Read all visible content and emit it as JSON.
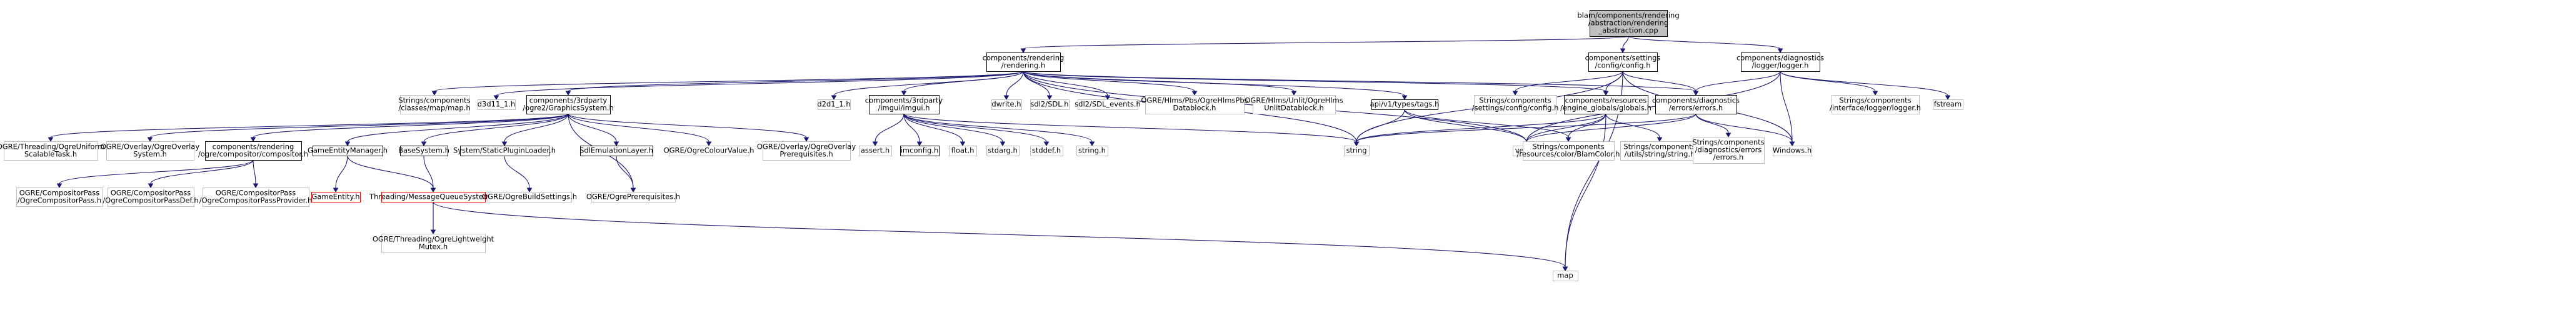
{
  "colors": {
    "edge": "#191970",
    "root_fill": "#bfbfbf",
    "root_border": "#000000",
    "linked_border": "#000000",
    "external_border": "#bfbfbf",
    "missing_border": "#ff0000",
    "node_fill": "#ffffff",
    "text": "#000000"
  },
  "nodes": [
    {
      "id": "root",
      "kind": "root",
      "lines": [
        "blam/components/rendering",
        "/abstraction/rendering",
        "_abstraction.cpp"
      ]
    },
    {
      "id": "rendering_h",
      "kind": "linked",
      "lines": [
        "components/rendering",
        "/rendering.h"
      ]
    },
    {
      "id": "config_h",
      "kind": "linked",
      "lines": [
        "components/settings",
        "/config/config.h"
      ]
    },
    {
      "id": "logger_h",
      "kind": "linked",
      "lines": [
        "components/diagnostics",
        "/logger/logger.h"
      ]
    },
    {
      "id": "map_h",
      "kind": "external",
      "lines": [
        "Strings/components",
        "/classes/map/map.h"
      ]
    },
    {
      "id": "d3d11",
      "kind": "external",
      "lines": [
        "d3d11_1.h"
      ]
    },
    {
      "id": "ogre2",
      "kind": "linked",
      "lines": [
        "components/3rdparty",
        "/ogre2/GraphicsSystem.h"
      ]
    },
    {
      "id": "d2d1",
      "kind": "external",
      "lines": [
        "d2d1_1.h"
      ]
    },
    {
      "id": "imgui_h",
      "kind": "linked",
      "lines": [
        "components/3rdparty",
        "/imgui/imgui.h"
      ]
    },
    {
      "id": "dwrite",
      "kind": "external",
      "lines": [
        "dwrite.h"
      ]
    },
    {
      "id": "sdl",
      "kind": "external",
      "lines": [
        "sdl2/SDL.h"
      ]
    },
    {
      "id": "sdl_events",
      "kind": "external",
      "lines": [
        "sdl2/SDL_events.h"
      ]
    },
    {
      "id": "hlmspbs",
      "kind": "external",
      "lines": [
        "OGRE/Hlms/Pbs/OgreHlmsPbs",
        "Datablock.h"
      ]
    },
    {
      "id": "hlmsunlit",
      "kind": "external",
      "lines": [
        "OGRE/Hlms/Unlit/OgreHlms",
        "UnlitDatablock.h"
      ]
    },
    {
      "id": "tags_h",
      "kind": "linked",
      "lines": [
        "api/v1/types/tags.h"
      ]
    },
    {
      "id": "config_str",
      "kind": "external",
      "lines": [
        "Strings/components",
        "/settings/config/config.h"
      ]
    },
    {
      "id": "globals_h",
      "kind": "linked",
      "lines": [
        "components/resources",
        "/engine_globals/globals.h"
      ]
    },
    {
      "id": "errors_h",
      "kind": "linked",
      "lines": [
        "components/diagnostics",
        "/errors/errors.h"
      ]
    },
    {
      "id": "logger_str",
      "kind": "external",
      "lines": [
        "Strings/components",
        "/interface/logger/logger.h"
      ]
    },
    {
      "id": "fstream",
      "kind": "external",
      "lines": [
        "fstream"
      ]
    },
    {
      "id": "ogre_threading_uniform",
      "kind": "external",
      "lines": [
        "OGRE/Threading/OgreUniform",
        "ScalableTask.h"
      ]
    },
    {
      "id": "ogre_overlay_system",
      "kind": "external",
      "lines": [
        "OGRE/Overlay/OgreOverlay",
        "System.h"
      ]
    },
    {
      "id": "compositor_h",
      "kind": "linked",
      "lines": [
        "components/rendering",
        "/ogre/compositor/compositor.h"
      ]
    },
    {
      "id": "gem_h",
      "kind": "linked",
      "lines": [
        "GameEntityManager.h"
      ]
    },
    {
      "id": "basesystem_h",
      "kind": "linked",
      "lines": [
        "BaseSystem.h"
      ]
    },
    {
      "id": "staticplugin_h",
      "kind": "linked",
      "lines": [
        "System/StaticPluginLoader.h"
      ]
    },
    {
      "id": "sdlemul_h",
      "kind": "linked",
      "lines": [
        "SdlEmulationLayer.h"
      ]
    },
    {
      "id": "colourvalue_h",
      "kind": "external",
      "lines": [
        "OGRE/OgreColourValue.h"
      ]
    },
    {
      "id": "overlay_prereq",
      "kind": "external",
      "lines": [
        "OGRE/Overlay/OgreOverlay",
        "Prerequisites.h"
      ]
    },
    {
      "id": "assert_h",
      "kind": "external",
      "lines": [
        "assert.h"
      ]
    },
    {
      "id": "imconfig_h",
      "kind": "linked",
      "lines": [
        "imconfig.h"
      ]
    },
    {
      "id": "float_h",
      "kind": "external",
      "lines": [
        "float.h"
      ]
    },
    {
      "id": "stdarg_h",
      "kind": "external",
      "lines": [
        "stdarg.h"
      ]
    },
    {
      "id": "stddef_h",
      "kind": "external",
      "lines": [
        "stddef.h"
      ]
    },
    {
      "id": "string_h",
      "kind": "external",
      "lines": [
        "string.h"
      ]
    },
    {
      "id": "string",
      "kind": "external",
      "lines": [
        "string"
      ]
    },
    {
      "id": "vector",
      "kind": "external",
      "lines": [
        "vector"
      ]
    },
    {
      "id": "blamcolor",
      "kind": "external",
      "lines": [
        "Strings/components",
        "/resources/color/BlamColor.h"
      ]
    },
    {
      "id": "stringutil",
      "kind": "external",
      "lines": [
        "Strings/components",
        "/utils/string/string.h"
      ]
    },
    {
      "id": "errors_str",
      "kind": "external",
      "lines": [
        "Strings/components",
        "/diagnostics/errors",
        "/errors.h"
      ]
    },
    {
      "id": "windows_h",
      "kind": "external",
      "lines": [
        "Windows.h"
      ]
    },
    {
      "id": "comp_pass",
      "kind": "external",
      "lines": [
        "OGRE/CompositorPass",
        "/OgreCompositorPass.h"
      ]
    },
    {
      "id": "comp_pass_def",
      "kind": "external",
      "lines": [
        "OGRE/CompositorPass",
        "/OgreCompositorPassDef.h"
      ]
    },
    {
      "id": "comp_pass_provider",
      "kind": "external",
      "lines": [
        "OGRE/CompositorPass",
        "/OgreCompositorPassProvider.h"
      ]
    },
    {
      "id": "gameentity_h",
      "kind": "missing",
      "lines": [
        "GameEntity.h"
      ]
    },
    {
      "id": "mqs_h",
      "kind": "missing",
      "lines": [
        "Threading/MessageQueueSystem.h"
      ]
    },
    {
      "id": "buildsettings_h",
      "kind": "external",
      "lines": [
        "OGRE/OgreBuildSettings.h"
      ]
    },
    {
      "id": "ogre_prereq",
      "kind": "external",
      "lines": [
        "OGRE/OgrePrerequisites.h"
      ]
    },
    {
      "id": "lightweight_mutex",
      "kind": "external",
      "lines": [
        "OGRE/Threading/OgreLightweight",
        "Mutex.h"
      ]
    },
    {
      "id": "map",
      "kind": "external",
      "lines": [
        "map"
      ]
    }
  ],
  "edges": [
    [
      "root",
      "rendering_h"
    ],
    [
      "root",
      "config_h"
    ],
    [
      "root",
      "logger_h"
    ],
    [
      "rendering_h",
      "map_h"
    ],
    [
      "rendering_h",
      "d3d11"
    ],
    [
      "rendering_h",
      "ogre2"
    ],
    [
      "rendering_h",
      "d2d1"
    ],
    [
      "rendering_h",
      "imgui_h"
    ],
    [
      "rendering_h",
      "dwrite"
    ],
    [
      "rendering_h",
      "sdl"
    ],
    [
      "rendering_h",
      "sdl_events"
    ],
    [
      "rendering_h",
      "hlmspbs"
    ],
    [
      "rendering_h",
      "hlmsunlit"
    ],
    [
      "rendering_h",
      "tags_h"
    ],
    [
      "rendering_h",
      "globals_h"
    ],
    [
      "rendering_h",
      "errors_h"
    ],
    [
      "rendering_h",
      "string"
    ],
    [
      "rendering_h",
      "vector"
    ],
    [
      "config_h",
      "config_str"
    ],
    [
      "config_h",
      "globals_h"
    ],
    [
      "config_h",
      "errors_h"
    ],
    [
      "config_h",
      "string"
    ],
    [
      "config_h",
      "map"
    ],
    [
      "config_h",
      "windows_h"
    ],
    [
      "logger_h",
      "errors_h"
    ],
    [
      "logger_h",
      "logger_str"
    ],
    [
      "logger_h",
      "fstream"
    ],
    [
      "logger_h",
      "windows_h"
    ],
    [
      "logger_h",
      "vector"
    ],
    [
      "ogre2",
      "ogre_threading_uniform"
    ],
    [
      "ogre2",
      "ogre_overlay_system"
    ],
    [
      "ogre2",
      "compositor_h"
    ],
    [
      "ogre2",
      "gem_h"
    ],
    [
      "ogre2",
      "basesystem_h"
    ],
    [
      "ogre2",
      "staticplugin_h"
    ],
    [
      "ogre2",
      "sdlemul_h"
    ],
    [
      "ogre2",
      "colourvalue_h"
    ],
    [
      "ogre2",
      "overlay_prereq"
    ],
    [
      "ogre2",
      "ogre_prereq"
    ],
    [
      "compositor_h",
      "comp_pass"
    ],
    [
      "compositor_h",
      "comp_pass_def"
    ],
    [
      "compositor_h",
      "comp_pass_provider"
    ],
    [
      "gem_h",
      "gameentity_h"
    ],
    [
      "gem_h",
      "mqs_h"
    ],
    [
      "basesystem_h",
      "mqs_h"
    ],
    [
      "staticplugin_h",
      "buildsettings_h"
    ],
    [
      "sdlemul_h",
      "ogre_prereq"
    ],
    [
      "mqs_h",
      "lightweight_mutex"
    ],
    [
      "mqs_h",
      "map"
    ],
    [
      "imgui_h",
      "assert_h"
    ],
    [
      "imgui_h",
      "imconfig_h"
    ],
    [
      "imgui_h",
      "float_h"
    ],
    [
      "imgui_h",
      "stdarg_h"
    ],
    [
      "imgui_h",
      "stddef_h"
    ],
    [
      "imgui_h",
      "string_h"
    ],
    [
      "imgui_h",
      "string"
    ],
    [
      "tags_h",
      "string"
    ],
    [
      "tags_h",
      "vector"
    ],
    [
      "tags_h",
      "blamcolor"
    ],
    [
      "globals_h",
      "string"
    ],
    [
      "globals_h",
      "vector"
    ],
    [
      "globals_h",
      "map"
    ],
    [
      "globals_h",
      "blamcolor"
    ],
    [
      "globals_h",
      "stringutil"
    ],
    [
      "errors_h",
      "errors_str"
    ],
    [
      "errors_h",
      "windows_h"
    ],
    [
      "errors_h",
      "string"
    ],
    [
      "errors_h",
      "vector"
    ]
  ]
}
